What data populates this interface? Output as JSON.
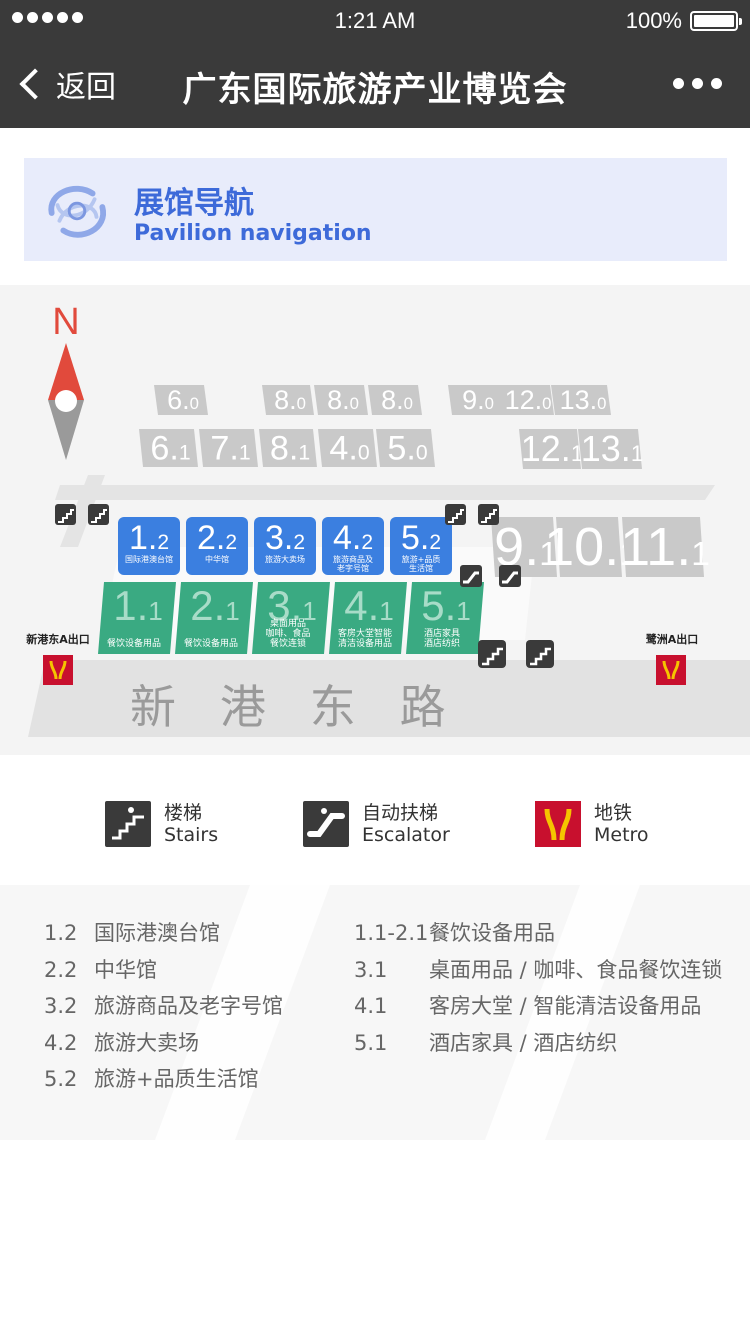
{
  "status_bar": {
    "time": "1:21 AM",
    "battery": "100%"
  },
  "nav": {
    "back_label": "返回",
    "title": "广东国际旅游产业博览会"
  },
  "banner": {
    "title_cn": "展馆导航",
    "title_en": "Pavilion navigation"
  },
  "map": {
    "compass": "N",
    "road": "新   港   东   路",
    "exits": {
      "left": "新港东A出口",
      "right": "鹭洲A出口"
    },
    "gray_halls": [
      "6.0",
      "8.0",
      "8.0",
      "8.0",
      "9.0",
      "12.0",
      "13.0",
      "6.1",
      "7.1",
      "8.1",
      "4.0",
      "5.0",
      "12.1",
      "13.1",
      "9.1",
      "10.1",
      "11.1"
    ],
    "blue_halls": [
      {
        "num": "1.2",
        "label": "国际港澳台馆"
      },
      {
        "num": "2.2",
        "label": "中华馆"
      },
      {
        "num": "3.2",
        "label": "旅游大卖场"
      },
      {
        "num": "4.2",
        "label": "旅游商品及老字号馆"
      },
      {
        "num": "5.2",
        "label": "旅游+品质生活馆"
      }
    ],
    "green_halls": [
      {
        "num": "1.1",
        "label": "餐饮设备用品"
      },
      {
        "num": "2.1",
        "label": "餐饮设备用品"
      },
      {
        "num": "3.1",
        "label": "桌面用品 咖啡、食品 餐饮连锁"
      },
      {
        "num": "4.1",
        "label": "客房大堂智能 清洁设备用品"
      },
      {
        "num": "5.1",
        "label": "酒店家具 酒店纺织"
      }
    ],
    "colors": {
      "blue": "#3b7fe0",
      "green": "#3aaa82",
      "gray": "#c9c9c9",
      "metro": "#c8102e",
      "compass": "#e14a3c"
    }
  },
  "legend": [
    {
      "icon": "stairs-icon",
      "cn": "楼梯",
      "en": "Stairs"
    },
    {
      "icon": "escalator-icon",
      "cn": "自动扶梯",
      "en": "Escalator"
    },
    {
      "icon": "metro-icon",
      "cn": "地铁",
      "en": "Metro"
    }
  ],
  "halls_left": [
    {
      "num": "1.2",
      "name": "国际港澳台馆"
    },
    {
      "num": "2.2",
      "name": "中华馆"
    },
    {
      "num": "3.2",
      "name": "旅游商品及老字号馆"
    },
    {
      "num": "4.2",
      "name": "旅游大卖场"
    },
    {
      "num": "5.2",
      "name": "旅游+品质生活馆"
    }
  ],
  "halls_right": [
    {
      "num": "1.1-2.1",
      "name": "餐饮设备用品"
    },
    {
      "num": "3.1",
      "name": "桌面用品 / 咖啡、食品餐饮连锁"
    },
    {
      "num": "4.1",
      "name": "客房大堂 / 智能清洁设备用品"
    },
    {
      "num": "5.1",
      "name": "酒店家具 / 酒店纺织"
    }
  ]
}
